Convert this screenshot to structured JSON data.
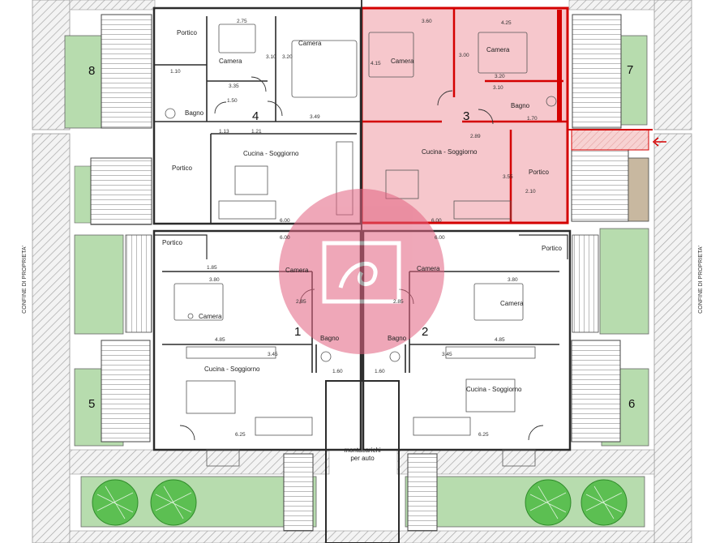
{
  "units": [
    {
      "number": "1"
    },
    {
      "number": "2"
    },
    {
      "number": "3"
    },
    {
      "number": "4"
    }
  ],
  "gardens": [
    "8",
    "7",
    "5",
    "6"
  ],
  "side_labels": {
    "left": "CONFINE DI PROPRIETA'",
    "right": "CONFINE DI PROPRIETA'"
  },
  "center_label_line1": "montacarichi",
  "center_label_line2": "per auto",
  "rooms": {
    "u4_portico_top": "Portico",
    "u4_camera_small": "Camera",
    "u4_camera_large": "Camera",
    "u4_bagno": "Bagno",
    "u4_portico": "Portico",
    "u4_cucina": "Cucina - Soggiorno",
    "u3_camera_left": "Camera",
    "u3_camera_right": "Camera",
    "u3_bagno": "Bagno",
    "u3_cucina": "Cucina - Soggiorno",
    "u3_portico": "Portico",
    "u1_portico": "Portico",
    "u1_camera_top": "Camera",
    "u1_camera": "Camera",
    "u1_bagno": "Bagno",
    "u1_cucina": "Cucina - Soggiorno",
    "u2_portico": "Portico",
    "u2_camera_top": "Camera",
    "u2_camera": "Camera",
    "u2_bagno": "Bagno",
    "u2_cucina": "Cucina - Soggiorno"
  },
  "dims": {
    "d275": "2.75",
    "d310": "3.10",
    "d320": "3.20",
    "d335": "3.35",
    "d349": "3.49",
    "d110": "1.10",
    "d150": "1.50",
    "d121": "1.21",
    "d113": "1.13",
    "d600a": "6.00",
    "d350": "3.60",
    "d425": "4.25",
    "d415": "4.15",
    "d300": "3.00",
    "d320b": "3.20",
    "d310b": "3.10",
    "d170": "1.70",
    "d289": "2.89",
    "d600b": "6.00",
    "d210": "2.10",
    "d355": "3.55",
    "d185": "1.85",
    "d380": "3.80",
    "d485": "4.85",
    "d345": "3.45",
    "d625": "6.25",
    "d285": "2.85",
    "d160": "1.60",
    "d380b": "3.80",
    "d485b": "4.85",
    "d345b": "3.45",
    "d625b": "6.25",
    "d285b": "2.85",
    "d160b": "1.60",
    "d600c": "6.00",
    "d600d": "6.00"
  },
  "colors": {
    "highlight_fill": "#f6c7cc",
    "highlight_stroke": "#d40000",
    "garden": "#b7dcae",
    "tree": "#5cbf52",
    "watermark": "#e2617f",
    "wall": "#2b2b2b"
  }
}
